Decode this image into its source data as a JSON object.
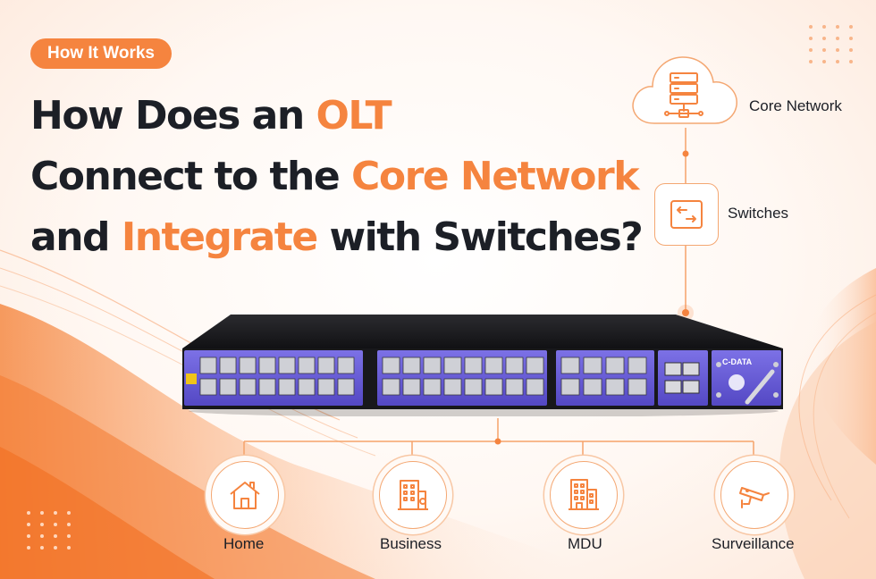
{
  "badge": {
    "text": "How It Works"
  },
  "headline": {
    "line1": {
      "a": "How Does an ",
      "b": "OLT"
    },
    "line2": {
      "a": "Connect to the ",
      "b": "Core Network"
    },
    "line3": {
      "a": "and ",
      "b": "Integrate",
      "c": " with Switches?"
    }
  },
  "nodes": {
    "core_network": "Core Network",
    "switches": "Switches",
    "home": "Home",
    "business": "Business",
    "mdu": "MDU",
    "surveillance": "Surveillance"
  },
  "device": {
    "brand": "C-DATA"
  },
  "colors": {
    "accent": "#f5843f",
    "text": "#1c1f26",
    "device_panel": "#6a5fd6",
    "device_body": "#1f1f22"
  }
}
